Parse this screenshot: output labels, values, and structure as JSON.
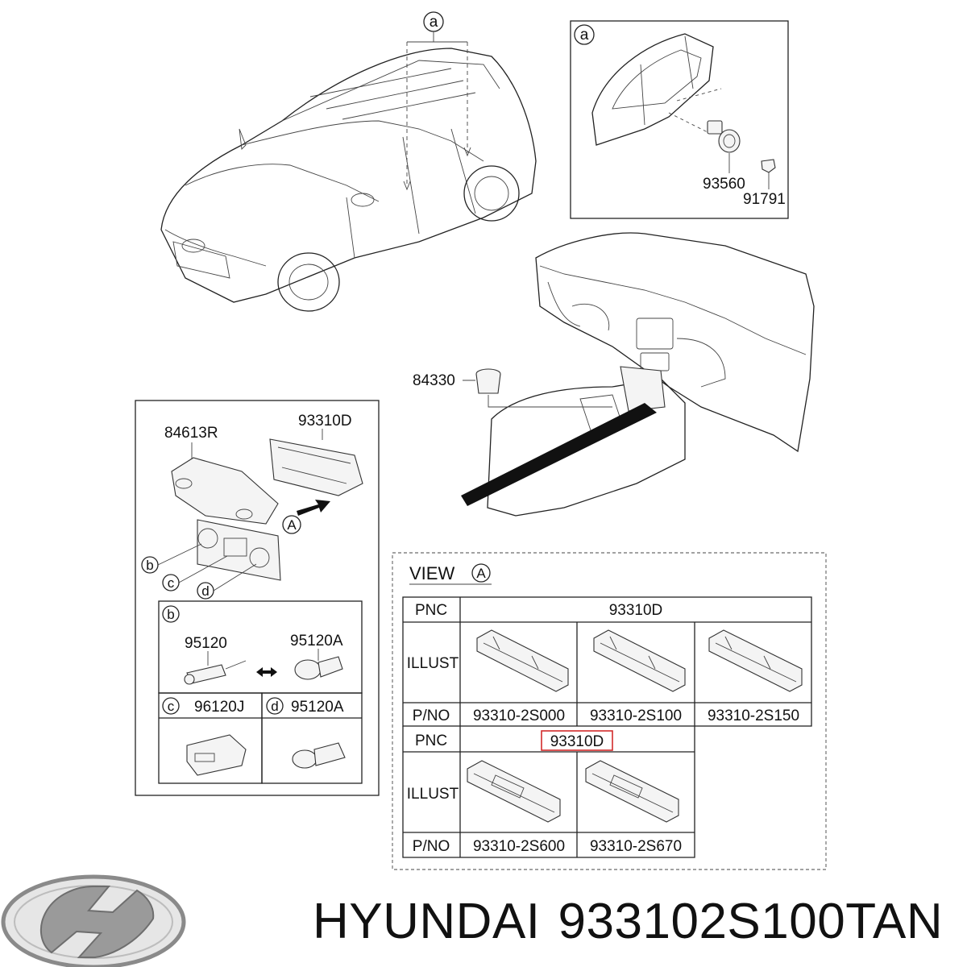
{
  "callouts": {
    "top_a": "a",
    "inset_a": "a",
    "view_a": "A",
    "b": "b",
    "c": "c",
    "d": "d"
  },
  "parts": {
    "p93560": "93560",
    "p91791": "91791",
    "p84330": "84330",
    "p84613R": "84613R",
    "p93310D": "93310D",
    "p95120": "95120",
    "p95120A": "95120A",
    "p96120J": "96120J",
    "p95120A_d": "95120A"
  },
  "view": {
    "title": "VIEW",
    "circle": "A",
    "row_pnc": "PNC",
    "row_illust": "ILLUST",
    "row_pno": "P/NO",
    "pnc_value_1": "93310D",
    "pnc_value_2": "93310D",
    "pno_row1": [
      "93310-2S000",
      "93310-2S100",
      "93310-2S150"
    ],
    "pno_row2": [
      "93310-2S600",
      "93310-2S670"
    ]
  },
  "caption": {
    "brand": "HYUNDAI",
    "part_number": "933102S100TAN"
  },
  "colors": {
    "highlight": "#d22b2b",
    "line": "#222222"
  }
}
